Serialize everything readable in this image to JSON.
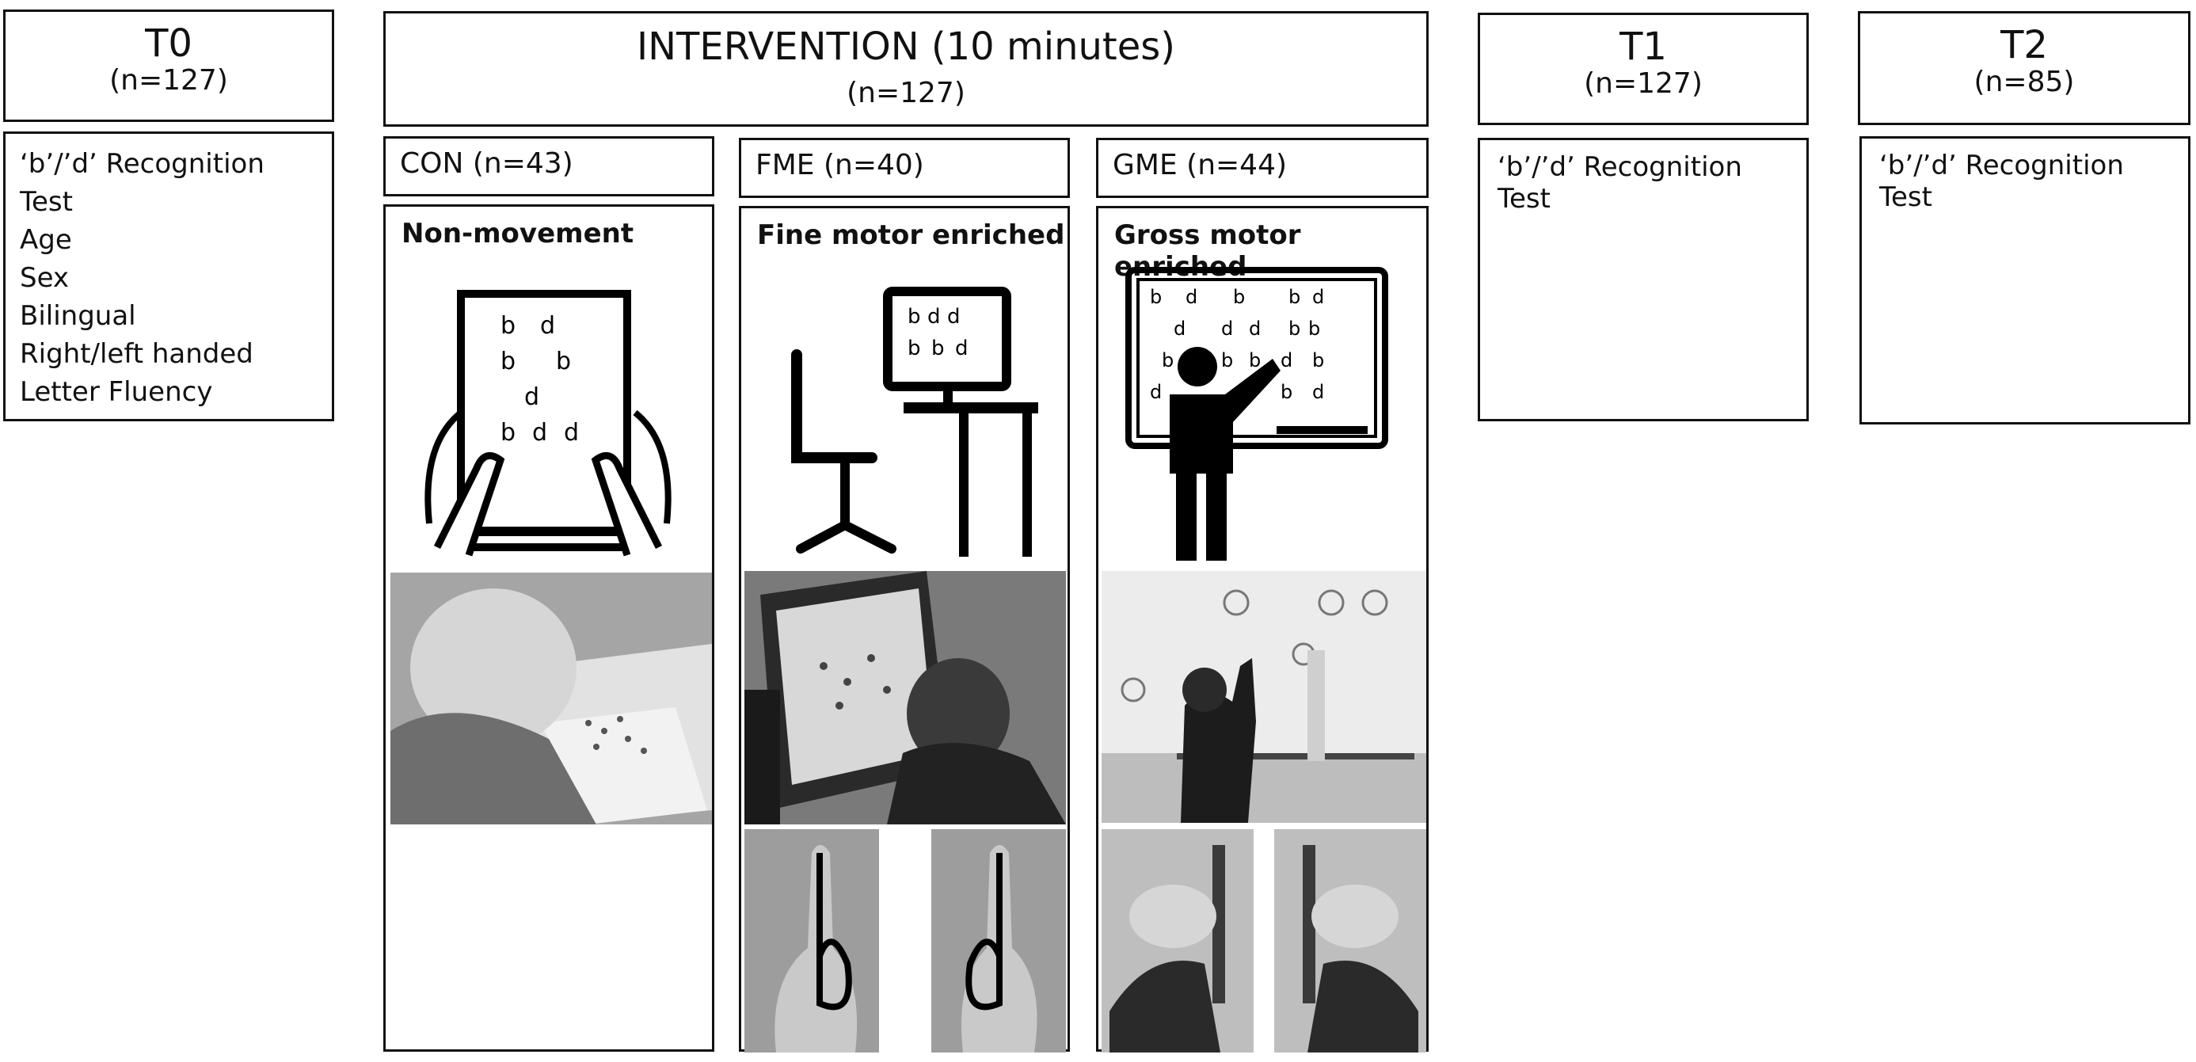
{
  "t0": {
    "title": "T0",
    "n": "(n=127)",
    "items": [
      "‘b’/’d’ Recognition Test",
      "Age",
      "Sex",
      "Bilingual",
      "Right/left handed",
      "Letter Fluency"
    ]
  },
  "intervention": {
    "title": "INTERVENTION (10 minutes)",
    "n": "(n=127)"
  },
  "groups": [
    {
      "label": "CON (n=43)",
      "condition": "Non-movement"
    },
    {
      "label": "FME (n=40)",
      "condition": "Fine motor enriched"
    },
    {
      "label": "GME (n=44)",
      "condition": "Gross motor enriched"
    }
  ],
  "t1": {
    "title": "T1",
    "n": "(n=127)",
    "test": "‘b’/’d’ Recognition Test"
  },
  "t2": {
    "title": "T2",
    "n": "(n=85)",
    "test": "‘b’/’d’ Recognition Test"
  },
  "icons": {
    "con": {
      "name": "tablet-hands-icon",
      "letters": [
        "b",
        "d",
        "b",
        "b",
        "d",
        "b",
        "d",
        "d"
      ]
    },
    "fme": {
      "name": "computer-desk-icon",
      "letters": [
        "b",
        "d",
        "d",
        "b",
        "b",
        "d"
      ]
    },
    "gme": {
      "name": "whiteboard-person-icon",
      "letters": [
        "b",
        "d",
        "b",
        "b",
        "d",
        "d",
        "d",
        "d",
        "b",
        "b",
        "b",
        "b",
        "b",
        "d",
        "b",
        "d",
        "b",
        "d"
      ]
    }
  },
  "colors": {
    "border": "#111111",
    "photo_gray": "#8a8a8a"
  }
}
